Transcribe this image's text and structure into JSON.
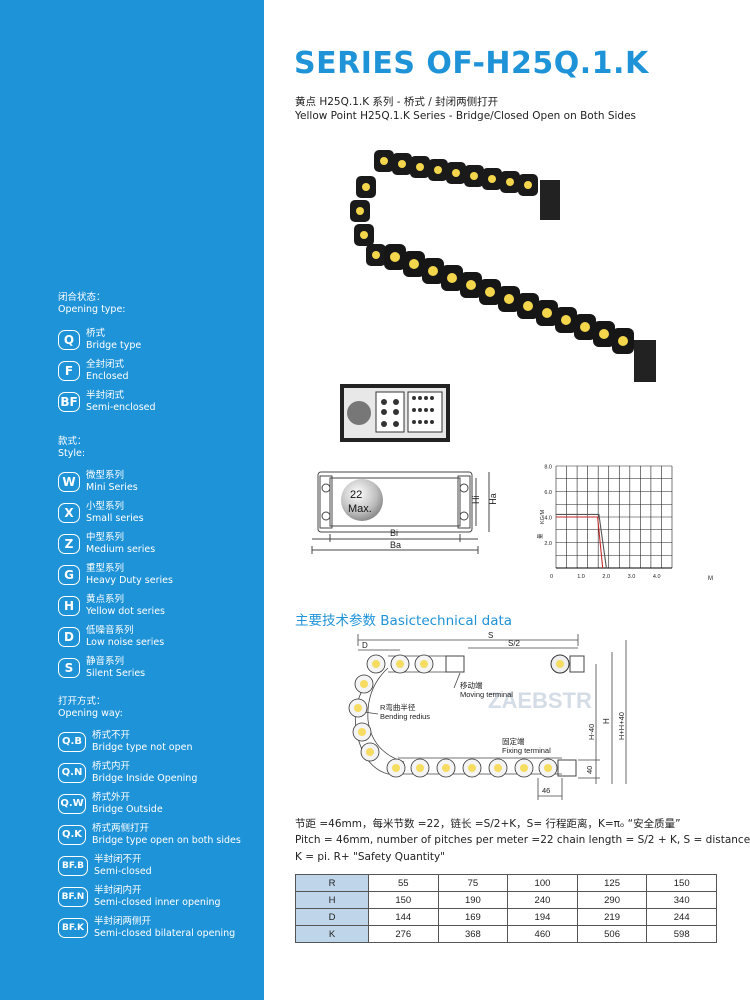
{
  "sidebar": {
    "opening_type": {
      "title_cn": "闭合状态：",
      "title_en": "Opening type:",
      "items": [
        {
          "code": "Q",
          "cn": "桥式",
          "en": "Bridge type"
        },
        {
          "code": "F",
          "cn": "全封闭式",
          "en": "Enclosed"
        },
        {
          "code": "BF",
          "cn": "半封闭式",
          "en": "Semi-enclosed"
        }
      ]
    },
    "style": {
      "title_cn": "款式：",
      "title_en": "Style:",
      "items": [
        {
          "code": "W",
          "cn": "微型系列",
          "en": "Mini Series"
        },
        {
          "code": "X",
          "cn": "小型系列",
          "en": "Small series"
        },
        {
          "code": "Z",
          "cn": "中型系列",
          "en": "Medium series"
        },
        {
          "code": "G",
          "cn": "重型系列",
          "en": "Heavy Duty series"
        },
        {
          "code": "H",
          "cn": "黄点系列",
          "en": "Yellow dot series"
        },
        {
          "code": "D",
          "cn": "低噪音系列",
          "en": "Low noise series"
        },
        {
          "code": "S",
          "cn": "静音系列",
          "en": "Silent Series"
        }
      ]
    },
    "opening_way": {
      "title_cn": "打开方式：",
      "title_en": "Opening way:",
      "items": [
        {
          "code": "Q.B",
          "cn": "桥式不开",
          "en": "Bridge type not open"
        },
        {
          "code": "Q.N",
          "cn": "桥式内开",
          "en": "Bridge Inside Opening"
        },
        {
          "code": "Q.W",
          "cn": "桥式外开",
          "en": "Bridge Outside"
        },
        {
          "code": "Q.K",
          "cn": "桥式两侧打开",
          "en": "Bridge type open on both sides"
        },
        {
          "code": "BF.B",
          "cn": "半封闭不开",
          "en": "Semi-closed"
        },
        {
          "code": "BF.N",
          "cn": "半封闭内开",
          "en": "Semi-closed inner opening"
        },
        {
          "code": "BF.K",
          "cn": "半封闭两侧开",
          "en": "Semi-closed bilateral opening"
        }
      ]
    }
  },
  "header": {
    "title": "SERIES OF-H25Q.1.K",
    "subtitle_cn": "黄点 H25Q.1.K 系列 - 桥式 / 封闭两侧打开",
    "subtitle_en": "Yellow Point H25Q.1.K Series - Bridge/Closed Open on Both Sides"
  },
  "cross_section": {
    "circle_label": "22\nMax.",
    "dim_bi": "Bi",
    "dim_ba": "Ba",
    "dim_hi": "Hi",
    "dim_ha": "Ha"
  },
  "load_chart": {
    "ylabel": "KG/M",
    "ylabel_cn": "量",
    "xlabel": "M",
    "yticks": [
      "8.0",
      "6.0",
      "4.0",
      "2.0",
      "0"
    ],
    "xticks": [
      "1.0",
      "2.0",
      "3.0",
      "4.0"
    ]
  },
  "chart_data": {
    "type": "line",
    "xlabel": "M",
    "ylabel": "KG/M",
    "xlim": [
      0,
      6
    ],
    "ylim": [
      0,
      8
    ],
    "grid": true,
    "series": [
      {
        "values": [
          [
            0,
            4.2
          ],
          [
            1.7,
            4.2
          ],
          [
            2.0,
            0
          ]
        ]
      },
      {
        "values": [
          [
            0,
            4.0
          ],
          [
            1.65,
            4.0
          ],
          [
            1.85,
            0
          ]
        ]
      }
    ]
  },
  "tech": {
    "heading": "主要技术参数  Basictechnical data",
    "diagram_labels": {
      "s": "S",
      "s_half": "S/2",
      "d": "D",
      "moving_cn": "移动端",
      "moving_en": "Moving terminal",
      "radius_cn": "R弯曲半径",
      "radius_en": "Bending redius",
      "fixing_cn": "固定端",
      "fixing_en": "Fixing terminal",
      "h": "H",
      "h40": "H-40",
      "hh40": "H+H+40",
      "forty": "40",
      "fortysix": "46",
      "watermark": "ZAEBSTR"
    },
    "note_cn": "节距 =46mm，每米节数 =22，链长 =S/2+K，S= 行程距离，K=πₒ  “安全质量”",
    "note_en1": "Pitch = 46mm, number of pitches per meter =22 chain length = S/2 + K, S = distance",
    "note_en2": "K = pi. R+ \"Safety Quantity\"",
    "table": [
      {
        "label": "R",
        "values": [
          "55",
          "75",
          "100",
          "125",
          "150"
        ]
      },
      {
        "label": "H",
        "values": [
          "150",
          "190",
          "240",
          "290",
          "340"
        ]
      },
      {
        "label": "D",
        "values": [
          "144",
          "169",
          "194",
          "219",
          "244"
        ]
      },
      {
        "label": "K",
        "values": [
          "276",
          "368",
          "460",
          "506",
          "598"
        ]
      }
    ]
  }
}
